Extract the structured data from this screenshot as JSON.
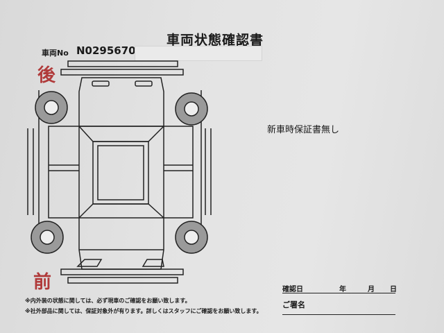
{
  "title": "車両状態確認書",
  "vehicle": {
    "label": "車両No",
    "number": "N0295670"
  },
  "diagram": {
    "rear_label": "後",
    "front_label": "前"
  },
  "remark": "新車時保証書無し",
  "notes": [
    "※内外装の状態に関しては、必ず現車のご確認をお願い致します。",
    "※社外部品に関しては、保証対象外が有ります。詳しくはスタッフにご確認をお願い致します。"
  ],
  "confirm": {
    "label": "確認日",
    "year": "年",
    "month": "月",
    "day": "日"
  },
  "signature": {
    "label": "ご署名"
  },
  "colors": {
    "accent_red": "#b03a3a"
  }
}
